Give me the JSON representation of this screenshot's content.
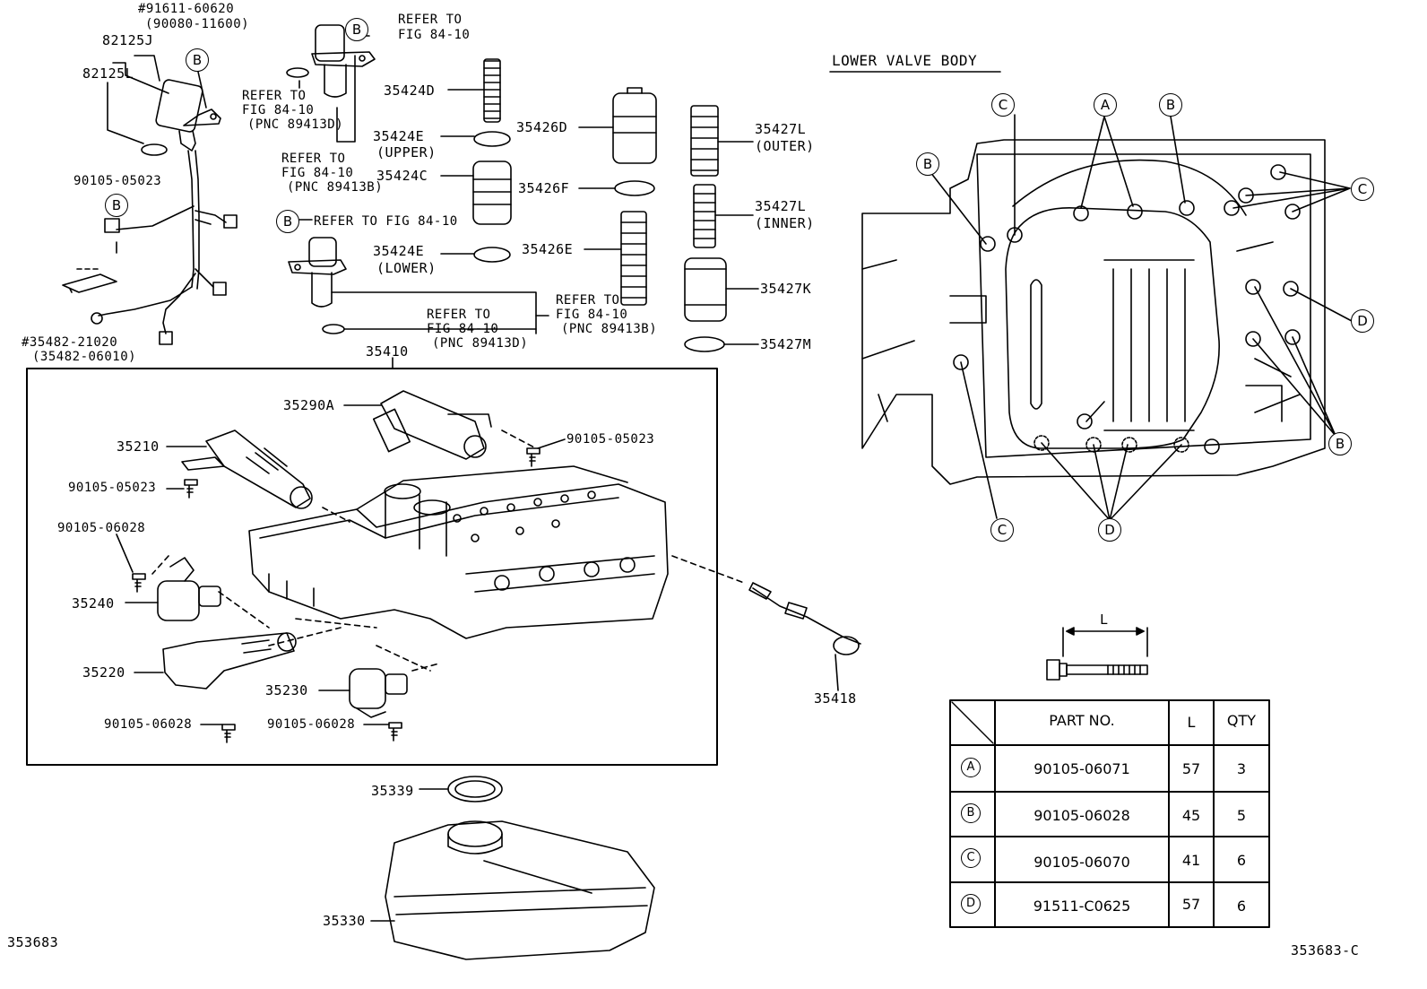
{
  "diagram": {
    "left_assembly": {
      "p1": "#91611-60620",
      "p1_alt": "(90080-11600)",
      "p2": "82125J",
      "p3": "82125L",
      "p4": "90105-05023",
      "p5": "#35482-21020",
      "p5_alt": "(35482-06010)",
      "callout": "B"
    },
    "sensors": {
      "ref1": "REFER TO",
      "ref1b": "FIG 84-10",
      "ref2": "REFER TO",
      "ref2b": "FIG 84-10",
      "ref2c": "(PNC 89413D)",
      "ref3": "REFER TO",
      "ref3b": "FIG 84-10",
      "ref3c": "(PNC 89413B)",
      "ref4": "REFER TO FIG 84-10",
      "ref5": "REFER TO",
      "ref5b": "FIG 84-10",
      "ref5c": "(PNC 89413D)",
      "ref6": "REFER TO",
      "ref6b": "FIG 84-10",
      "ref6c": "(PNC 89413B)",
      "callout": "B"
    },
    "springs": {
      "p35424D": "35424D",
      "p35424E_up": "35424E",
      "upper": "(UPPER)",
      "p35424C": "35424C",
      "p35424E_lo": "35424E",
      "lower": "(LOWER)",
      "p35426D": "35426D",
      "p35426F": "35426F",
      "p35426E": "35426E",
      "p35427L_o": "35427L",
      "outer": "(OUTER)",
      "p35427L_i": "35427L",
      "inner": "(INNER)",
      "p35427K": "35427K",
      "p35427M": "35427M"
    },
    "valve_body": {
      "assy": "35410",
      "p35290A": "35290A",
      "p35210": "35210",
      "b1": "90105-05023",
      "b2": "90105-05023",
      "b3": "90105-06028",
      "p35240": "35240",
      "p35220": "35220",
      "b4": "90105-06028",
      "p35230": "35230",
      "b5": "90105-06028",
      "p35418": "35418",
      "p35339": "35339",
      "p35330": "35330"
    },
    "lower_valve": {
      "title": "LOWER VALVE BODY",
      "callouts": [
        "A",
        "B",
        "C",
        "D"
      ]
    },
    "bolt": {
      "dim": "L"
    },
    "table": {
      "headers": [
        "PART NO.",
        "L",
        "QTY"
      ],
      "rows": [
        {
          "key": "A",
          "part": "90105-06071",
          "l": "57",
          "qty": "3"
        },
        {
          "key": "B",
          "part": "90105-06028",
          "l": "45",
          "qty": "5"
        },
        {
          "key": "C",
          "part": "90105-06070",
          "l": "41",
          "qty": "6"
        },
        {
          "key": "D",
          "part": "91511-C0625",
          "l": "57",
          "qty": "6"
        }
      ]
    },
    "footer_left": "353683",
    "footer_right": "353683-C"
  }
}
